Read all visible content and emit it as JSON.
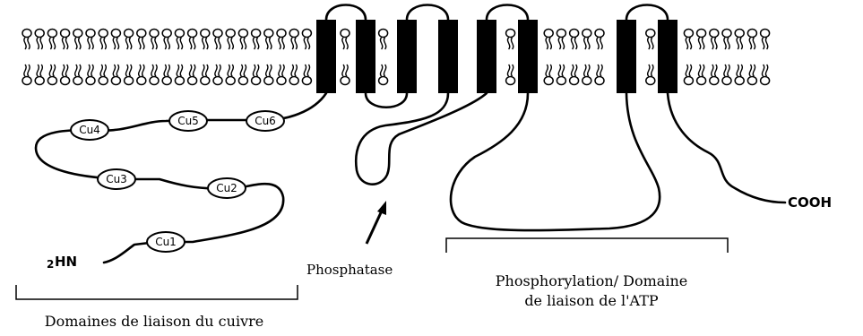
{
  "domains": [
    {
      "id": "cu4",
      "label": "Cu4"
    },
    {
      "id": "cu5",
      "label": "Cu5"
    },
    {
      "id": "cu6",
      "label": "Cu6"
    },
    {
      "id": "cu3",
      "label": "Cu3"
    },
    {
      "id": "cu2",
      "label": "Cu2"
    },
    {
      "id": "cu1",
      "label": "Cu1"
    }
  ],
  "n_terminus": {
    "prefix": "2",
    "text": "HN"
  },
  "c_terminus": "COOH",
  "labels": {
    "phosphatase": "Phosphatase",
    "copper_binding": "Domaines de liaison du cuivre",
    "phosphorylation_line1": "Phosphorylation/ Domaine",
    "phosphorylation_line2": "de liaison de l'ATP"
  }
}
